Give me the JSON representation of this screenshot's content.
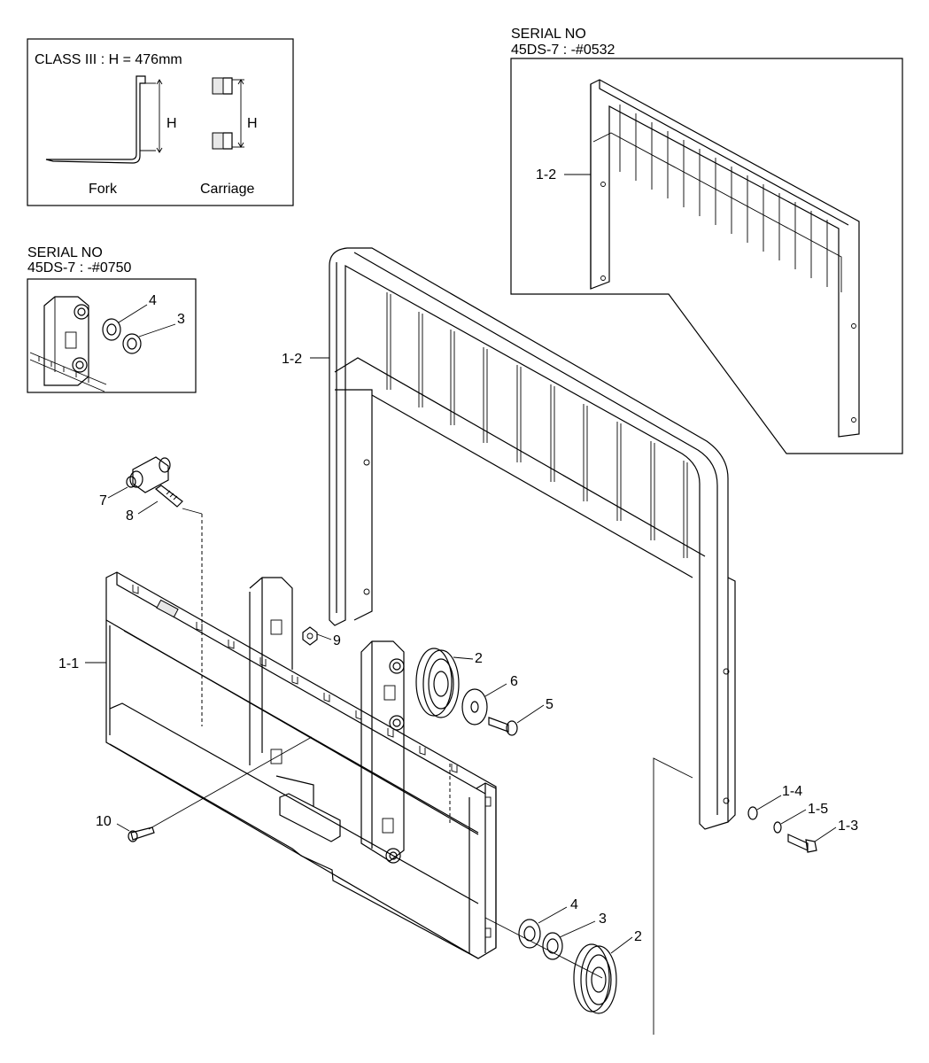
{
  "inset_class": {
    "title": "CLASS III : H = 476mm",
    "fork_label": "Fork",
    "carriage_label": "Carriage",
    "dim_label": "H"
  },
  "inset_0750": {
    "serial_line1": "SERIAL NO",
    "serial_line2": "45DS-7 : -#0750",
    "callouts": [
      "4",
      "3"
    ]
  },
  "inset_0532": {
    "serial_line1": "SERIAL NO",
    "serial_line2": "45DS-7 : -#0532",
    "callout": "1-2"
  },
  "callouts": {
    "backrest": "1-2",
    "carriage": "1-1",
    "roller_upper": "2",
    "roller_lower": "2",
    "shim_upper": "3",
    "shim_lower": "3",
    "washer_lower": "4",
    "bolt": "5",
    "washer_upper": "6",
    "lock_knob": "7",
    "pin": "8",
    "nut": "9",
    "screw": "10",
    "washer_small": "1-4",
    "spring_washer": "1-5",
    "bolt_small": "1-3"
  }
}
